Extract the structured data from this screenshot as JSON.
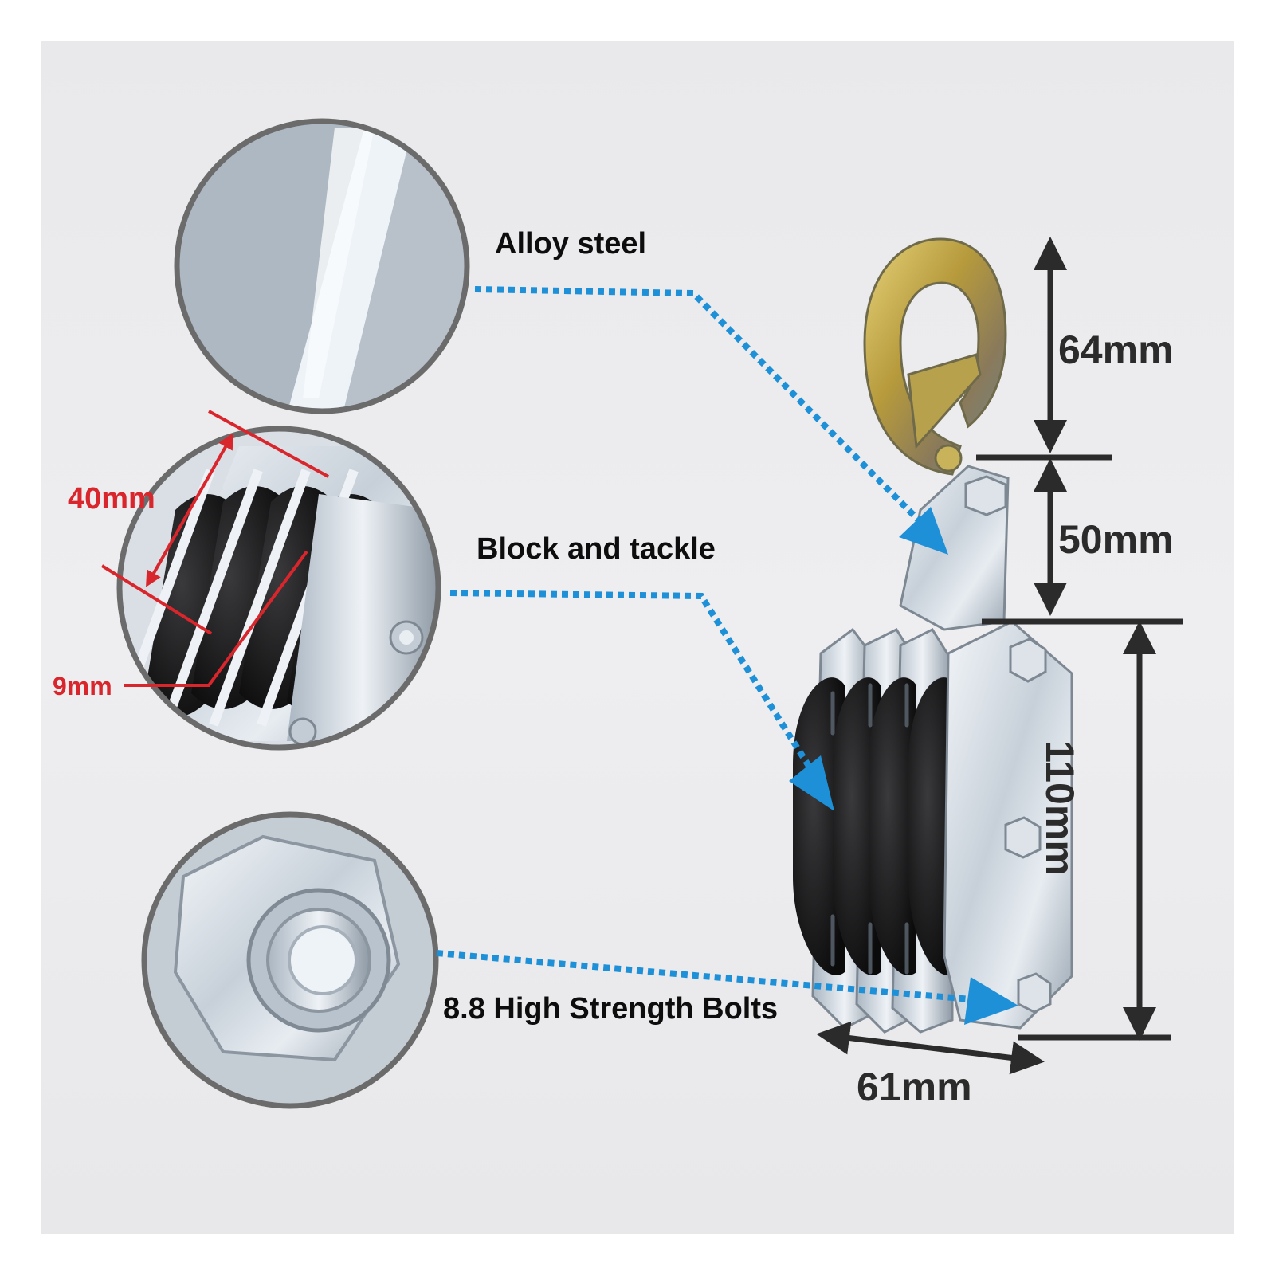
{
  "callouts": {
    "alloy": "Alloy steel",
    "block": "Block and tackle",
    "bolts": "8.8 High Strength Bolts"
  },
  "dimensions": {
    "hook_height": "64mm",
    "neck_height": "50mm",
    "body_height": "110mm",
    "body_width": "61mm",
    "sheave_diameter": "40mm",
    "groove_width": "9mm"
  },
  "colors": {
    "arrow_blue": "#1e90d8",
    "dimension_red": "#d9262c",
    "dimension_dark": "#2b2b2b"
  },
  "icons": {
    "hook": "hook-icon",
    "pulley": "pulley-block-icon",
    "bolt": "bolt-icon"
  }
}
